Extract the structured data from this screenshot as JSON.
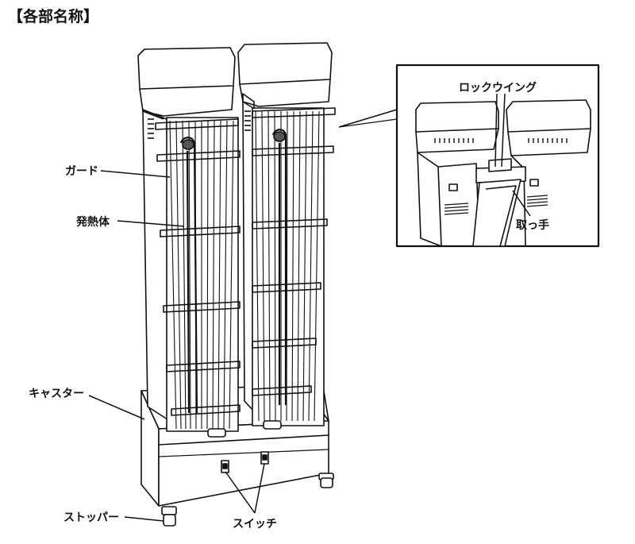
{
  "title": "【各部名称】",
  "labels": {
    "guard": "ガード",
    "heater": "発熱体",
    "caster": "キャスター",
    "stopper": "ストッパー",
    "switch": "スイッチ",
    "lock_wing": "ロックウイング",
    "handle": "取っ手"
  }
}
